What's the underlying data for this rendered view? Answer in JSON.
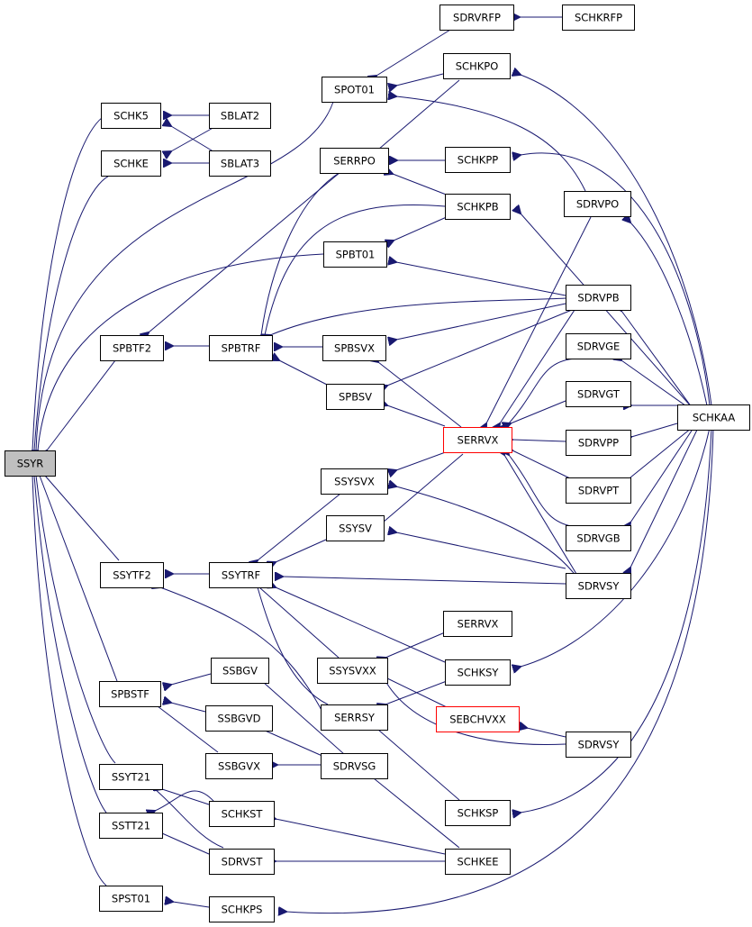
{
  "graph": {
    "focus_node": "SSYR",
    "colors": {
      "edge": "#191970",
      "border": "#000000",
      "highlight_border": "#ff0000",
      "focus_fill": "#bfbfbf"
    },
    "nodes": [
      {
        "id": "SSYR",
        "label": "SSYR"
      },
      {
        "id": "SCHK5",
        "label": "SCHK5"
      },
      {
        "id": "SCHKE",
        "label": "SCHKE"
      },
      {
        "id": "SBLAT2",
        "label": "SBLAT2"
      },
      {
        "id": "SBLAT3",
        "label": "SBLAT3"
      },
      {
        "id": "SPOT01",
        "label": "SPOT01"
      },
      {
        "id": "SDRVRFP",
        "label": "SDRVRFP"
      },
      {
        "id": "SCHKRFP",
        "label": "SCHKRFP"
      },
      {
        "id": "SCHKPO",
        "label": "SCHKPO"
      },
      {
        "id": "SERRPO",
        "label": "SERRPO"
      },
      {
        "id": "SCHKPP",
        "label": "SCHKPP"
      },
      {
        "id": "SCHKPB",
        "label": "SCHKPB"
      },
      {
        "id": "SDRVPO",
        "label": "SDRVPO"
      },
      {
        "id": "SPBT01",
        "label": "SPBT01"
      },
      {
        "id": "SPBTF2",
        "label": "SPBTF2"
      },
      {
        "id": "SPBTRF",
        "label": "SPBTRF"
      },
      {
        "id": "SPBSVX",
        "label": "SPBSVX"
      },
      {
        "id": "SDRVPB",
        "label": "SDRVPB"
      },
      {
        "id": "SPBSV",
        "label": "SPBSV"
      },
      {
        "id": "SDRVGE",
        "label": "SDRVGE"
      },
      {
        "id": "SDRVGT",
        "label": "SDRVGT"
      },
      {
        "id": "SCHKAA",
        "label": "SCHKAA"
      },
      {
        "id": "SERRVX",
        "label": "SERRVX"
      },
      {
        "id": "SDRVPP",
        "label": "SDRVPP"
      },
      {
        "id": "SSYSVX",
        "label": "SSYSVX"
      },
      {
        "id": "SDRVPT",
        "label": "SDRVPT"
      },
      {
        "id": "SSYSV",
        "label": "SSYSV"
      },
      {
        "id": "SDRVGB",
        "label": "SDRVGB"
      },
      {
        "id": "SSYTF2",
        "label": "SSYTF2"
      },
      {
        "id": "SSYTRF",
        "label": "SSYTRF"
      },
      {
        "id": "SDRVSY",
        "label": "SDRVSY"
      },
      {
        "id": "SERRVX2",
        "label": "SERRVX"
      },
      {
        "id": "SSBGV",
        "label": "SSBGV"
      },
      {
        "id": "SSYSVXX",
        "label": "SSYSVXX"
      },
      {
        "id": "SCHKSY",
        "label": "SCHKSY"
      },
      {
        "id": "SPBSTF",
        "label": "SPBSTF"
      },
      {
        "id": "SSBGVD",
        "label": "SSBGVD"
      },
      {
        "id": "SERRSY",
        "label": "SERRSY"
      },
      {
        "id": "SEBCHVXX",
        "label": "SEBCHVXX"
      },
      {
        "id": "SDRVSY2",
        "label": "SDRVSY"
      },
      {
        "id": "SSBGVX",
        "label": "SSBGVX"
      },
      {
        "id": "SDRVSG",
        "label": "SDRVSG"
      },
      {
        "id": "SSYT21",
        "label": "SSYT21"
      },
      {
        "id": "SCHKST",
        "label": "SCHKST"
      },
      {
        "id": "SCHKSP",
        "label": "SCHKSP"
      },
      {
        "id": "SSTT21",
        "label": "SSTT21"
      },
      {
        "id": "SDRVST",
        "label": "SDRVST"
      },
      {
        "id": "SCHKEE",
        "label": "SCHKEE"
      },
      {
        "id": "SPST01",
        "label": "SPST01"
      },
      {
        "id": "SCHKPS",
        "label": "SCHKPS"
      }
    ]
  }
}
